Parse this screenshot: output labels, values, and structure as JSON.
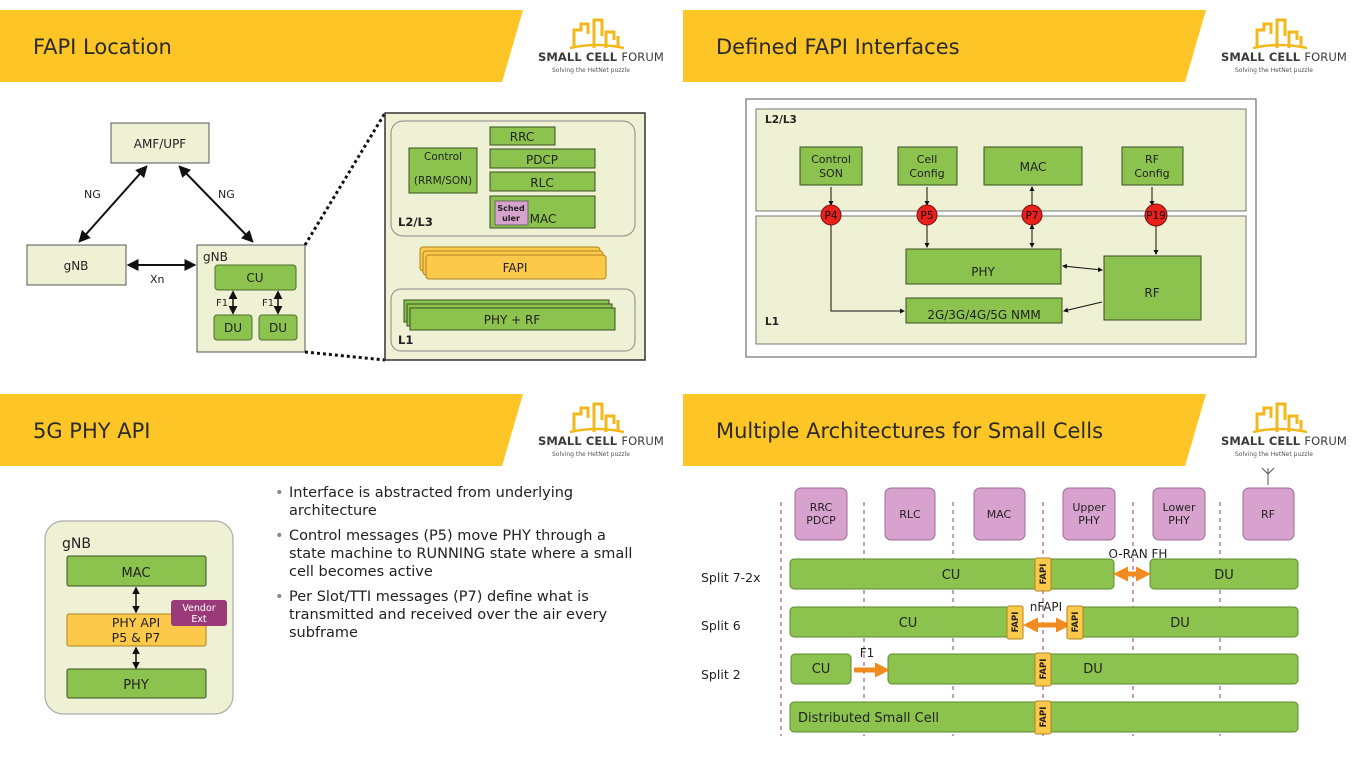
{
  "brand": {
    "name_bold": "SMALL CELL",
    "name_light": "FORUM",
    "tagline": "Solving the HetNet puzzle"
  },
  "colors": {
    "banner": "#FDC526",
    "green": "#8CC34F",
    "fapi_orange": "#FDC94A",
    "pink": "#D8A2CE",
    "red_port": "#E8211D",
    "arrow_orange": "#F28B1F",
    "vendor_purple": "#9B3A78"
  },
  "slides": {
    "fapi_location": {
      "title": "FAPI Location",
      "left": {
        "amf": "AMF/UPF",
        "ng_left": "NG",
        "ng_right": "NG",
        "gnb_left": "gNB",
        "xn": "Xn",
        "gnb_right": "gNB",
        "cu": "CU",
        "f1_left": "F1",
        "f1_right": "F1",
        "du_left": "DU",
        "du_right": "DU"
      },
      "zoom": {
        "control_line1": "Control",
        "control_line2": "(RRM/SON)",
        "rrc": "RRC",
        "pdcp": "PDCP",
        "rlc": "RLC",
        "sched_line1": "Sched",
        "sched_line2": "uler",
        "mac": "MAC",
        "l2l3": "L2/L3",
        "fapi": "FAPI",
        "phy_rf": "PHY + RF",
        "l1": "L1"
      }
    },
    "defined_interfaces": {
      "title": "Defined FAPI Interfaces",
      "l2l3": "L2/L3",
      "l1": "L1",
      "control_line1": "Control",
      "control_line2": "SON",
      "cell_line1": "Cell",
      "cell_line2": "Config",
      "mac": "MAC",
      "rf_cfg_line1": "RF",
      "rf_cfg_line2": "Config",
      "ports": [
        "P4",
        "P5",
        "P7",
        "P19"
      ],
      "phy": "PHY",
      "rf": "RF",
      "nmm": "2G/3G/4G/5G NMM"
    },
    "phy_api": {
      "title": "5G PHY API",
      "gnb": "gNB",
      "mac": "MAC",
      "api_line1": "PHY API",
      "api_line2": "P5 & P7",
      "vendor_line1": "Vendor",
      "vendor_line2": "Ext",
      "phy": "PHY",
      "bullets": [
        "Interface is abstracted from underlying architecture",
        "Control messages (P5) move PHY through a state machine to RUNNING state where a small cell becomes active",
        "Per Slot/TTI messages (P7) define what is transmitted and received over the air every subframe"
      ]
    },
    "architectures": {
      "title": "Multiple Architectures for Small Cells",
      "layers": [
        {
          "line1": "RRC",
          "line2": "PDCP"
        },
        {
          "line1": "RLC",
          "line2": ""
        },
        {
          "line1": "MAC",
          "line2": ""
        },
        {
          "line1": "Upper",
          "line2": "PHY"
        },
        {
          "line1": "Lower",
          "line2": "PHY"
        },
        {
          "line1": "RF",
          "line2": ""
        }
      ],
      "split72_label": "Split 7-2x",
      "split72_cu": "CU",
      "split72_du": "DU",
      "oran_fh": "O-RAN FH",
      "split6_label": "Split 6",
      "split6_cu": "CU",
      "split6_du": "DU",
      "nfapi": "nFAPI",
      "split2_label": "Split 2",
      "split2_cu": "CU",
      "split2_du": "DU",
      "f1": "F1",
      "distributed": "Distributed Small Cell",
      "fapi_tag": "FAPI"
    }
  }
}
